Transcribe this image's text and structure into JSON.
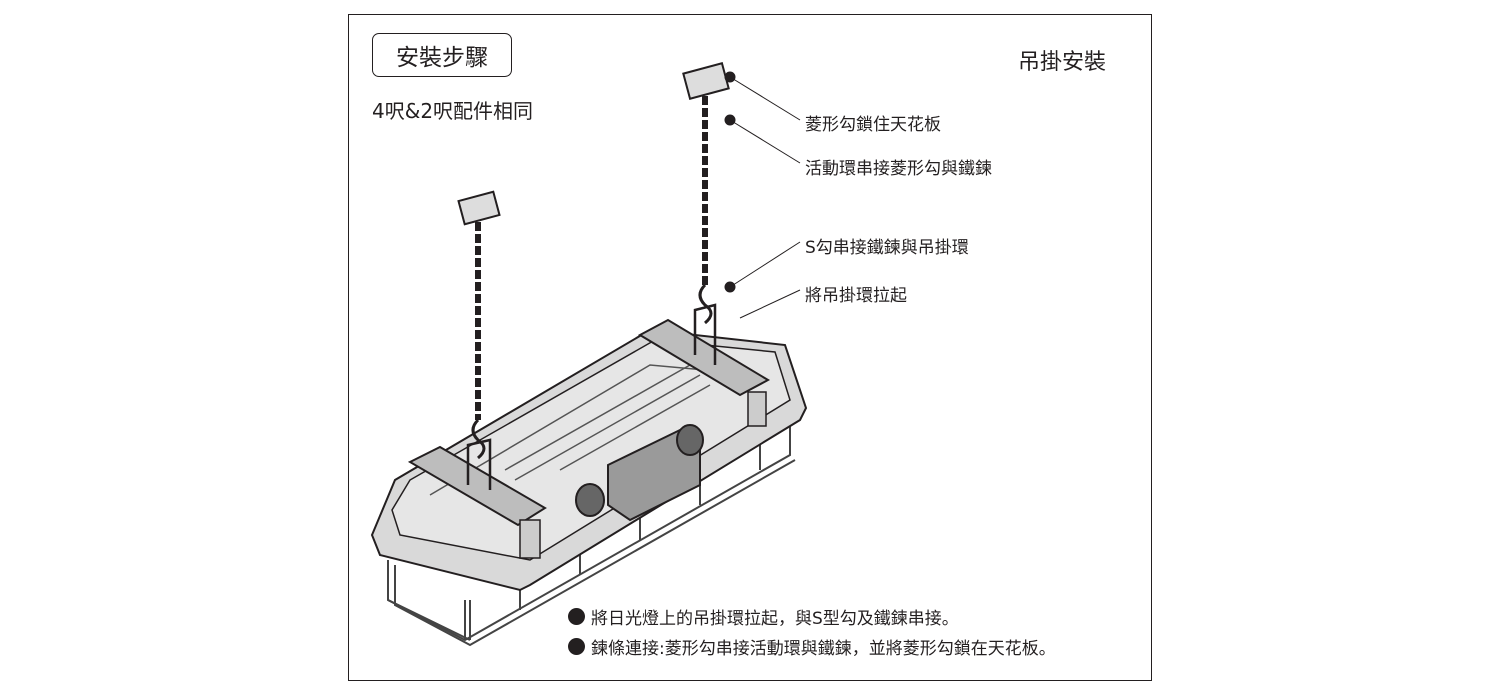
{
  "title": "安裝步驟",
  "heading": "吊掛安裝",
  "subtitle": "4呎&2呎配件相同",
  "callouts": [
    "菱形勾鎖住天花板",
    "活動環串接菱形勾與鐵鍊",
    "S勾串接鐵鍊與吊掛環",
    "將吊掛環拉起"
  ],
  "notes": [
    "將日光燈上的吊掛環拉起，與S型勾及鐵鍊串接。",
    "鍊條連接:菱形勾串接活動環與鐵鍊，並將菱形勾鎖在天花板。"
  ]
}
